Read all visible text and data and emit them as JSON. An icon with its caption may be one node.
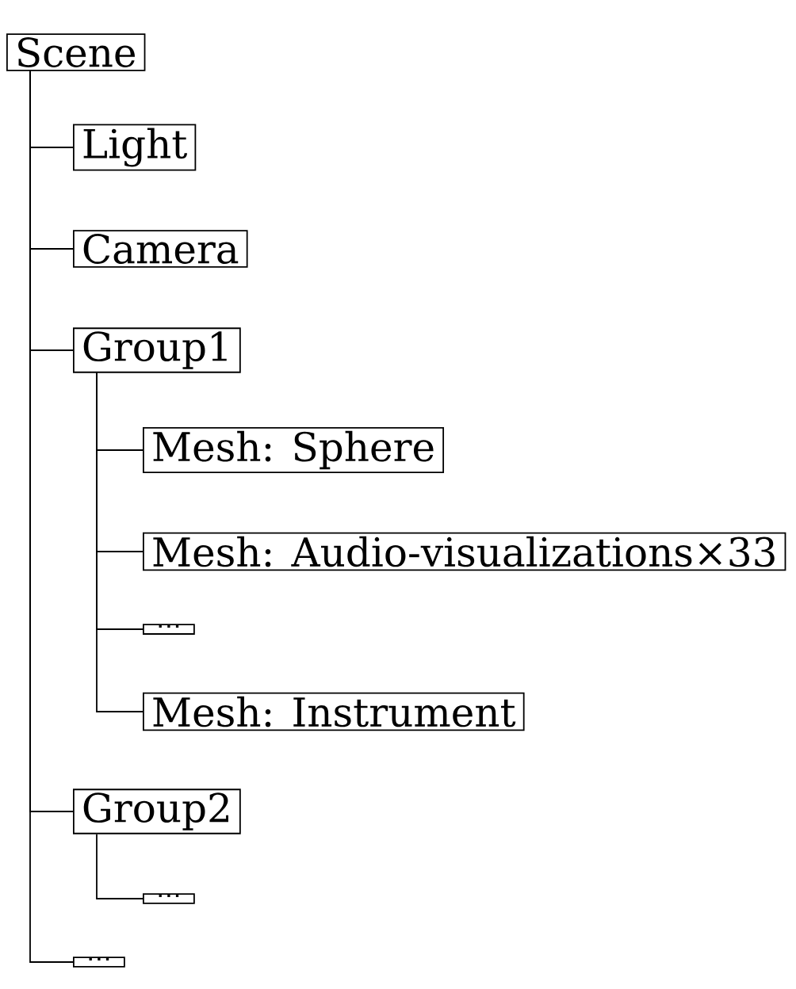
{
  "diagram": {
    "nodes": [
      {
        "text": [
          "Scene"
        ]
      },
      {
        "text": [
          "Light"
        ]
      },
      {
        "text": [
          "Camera"
        ]
      },
      {
        "text": [
          "Group1"
        ]
      },
      {
        "text": [
          "Mesh: Sphere"
        ]
      },
      {
        "text": [
          "Mesh: Audio-visualizations×33"
        ]
      },
      {
        "text": [
          "⋯"
        ]
      },
      {
        "text": [
          "Mesh: Instrument"
        ]
      },
      {
        "text": [
          "Group2"
        ]
      },
      {
        "text": [
          "⋯"
        ]
      },
      {
        "text": [
          "⋯"
        ]
      }
    ],
    "edges": [
      {
        "from": 0,
        "to": 1,
        "arrow": "none"
      },
      {
        "from": 0,
        "to": 2,
        "arrow": "none"
      },
      {
        "from": 0,
        "to": 3,
        "arrow": "none"
      },
      {
        "from": 3,
        "to": 4,
        "arrow": "none"
      },
      {
        "from": 3,
        "to": 5,
        "arrow": "none"
      },
      {
        "from": 3,
        "to": 6,
        "arrow": "none"
      },
      {
        "from": 3,
        "to": 7,
        "arrow": "none"
      },
      {
        "from": 0,
        "to": 8,
        "arrow": "none"
      },
      {
        "from": 8,
        "to": 9,
        "arrow": "none"
      },
      {
        "from": 0,
        "to": 10,
        "arrow": "none"
      }
    ]
  }
}
